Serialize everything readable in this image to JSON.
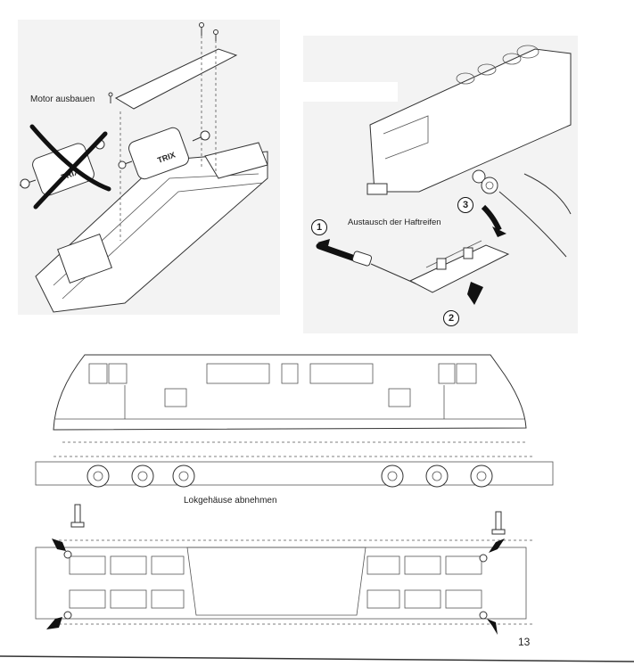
{
  "labels": {
    "motor_remove": "Motor ausbauen",
    "tire_replace": "Austausch der Haftreifen",
    "housing_remove": "Lokgehäuse abnehmen"
  },
  "motor": {
    "brand_new": "TRIX",
    "brand_old": "TRIX"
  },
  "steps": [
    "1",
    "2",
    "3"
  ],
  "page_number": "13",
  "icons": [
    "screwdriver-icon",
    "screw-icon",
    "arrow-icon",
    "cross-out-icon"
  ]
}
